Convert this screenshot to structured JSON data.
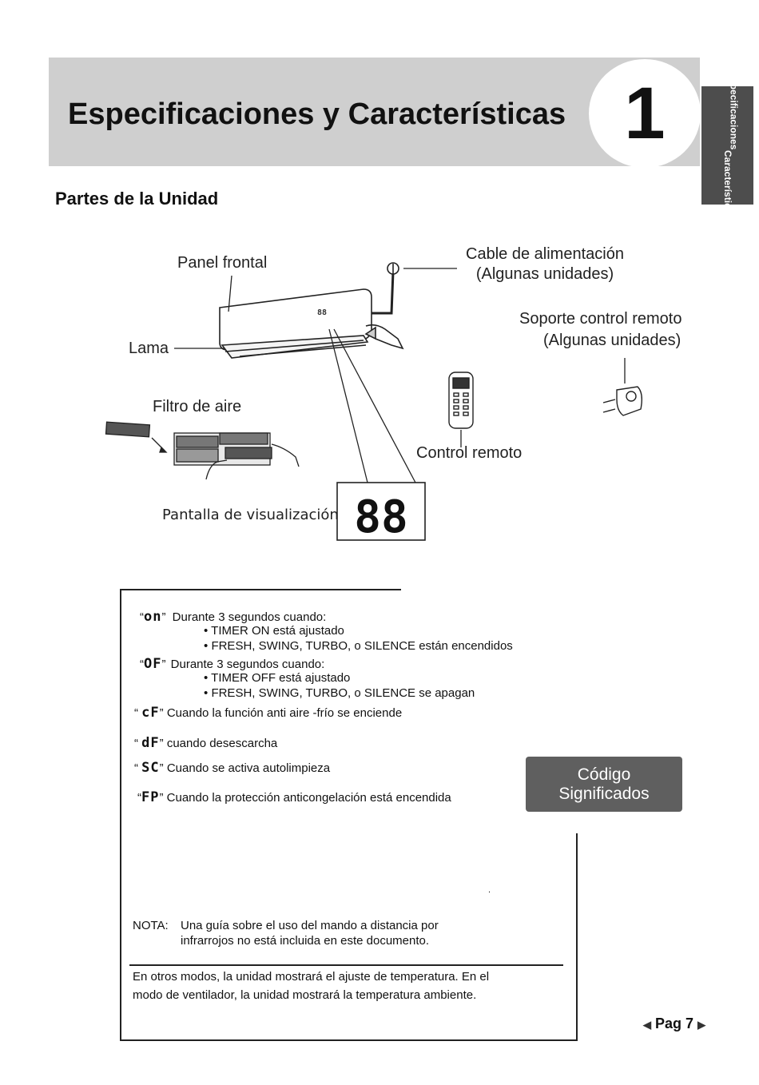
{
  "header": {
    "title": "Especificaciones y Características",
    "chapter_number": "1",
    "side_tab_line1": "Especificaciones y",
    "side_tab_line2": "Características"
  },
  "section_title": "Partes de la Unidad",
  "diagram_labels": {
    "front_panel": "Panel frontal",
    "power_cable_line1": "Cable de alimentación",
    "power_cable_line2": "(Algunas unidades)",
    "remote_holder_line1": "Soporte control remoto",
    "remote_holder_line2": "(Algunas unidades)",
    "louver": "Lama",
    "air_filter": "Filtro de aire",
    "remote_control": "Control remoto",
    "display_screen": "Pantalla de visualización",
    "display_digits": "88",
    "unit_display_digits": "88"
  },
  "codes": [
    {
      "code": "on",
      "quote_open": "“",
      "quote_close": "”",
      "text": "Durante 3 segundos cuando:",
      "bullets": [
        "TIMER ON está ajustado",
        "FRESH, SWING, TURBO, o SILENCE están encendidos"
      ]
    },
    {
      "code": "OF",
      "quote_open": "“",
      "quote_close": "”",
      "text": "Durante 3 segundos cuando:",
      "bullets": [
        "TIMER OFF está ajustado",
        "FRESH, SWING, TURBO, o SILENCE se apagan"
      ]
    },
    {
      "code": "cF",
      "quote_open": "“",
      "quote_close": "”",
      "text": "Cuando la función anti aire -frío se enciende"
    },
    {
      "code": "dF",
      "quote_open": "“",
      "quote_close": "”",
      "text": "cuando desescarcha"
    },
    {
      "code": "SC",
      "quote_open": "“",
      "quote_close": "”",
      "text": "Cuando se activa autolimpieza"
    },
    {
      "code": "FP",
      "quote_open": "“",
      "quote_close": "”",
      "text": "Cuando la protección  anticongelación está encendida"
    }
  ],
  "bullet_char": "•",
  "codes_badge": {
    "line1": "Código",
    "line2": "Significados"
  },
  "stray_dot": ".",
  "note": {
    "label": "NOTA:",
    "line1": "Una guía sobre el uso del mando a distancia por",
    "line2": "infrarrojos no está incluida en este documento."
  },
  "other_modes_text": "En otros modos, la unidad mostrará el ajuste de temperatura. En el modo de ventilador, la unidad mostrará la temperatura ambiente.",
  "page_nav": {
    "label": "Pag 7",
    "prev_icon": "triangle-left-icon",
    "next_icon": "triangle-right-icon"
  },
  "colors": {
    "header_band": "#cfcfcf",
    "side_tab": "#4d4d4d",
    "badge": "#5f5f5f"
  }
}
